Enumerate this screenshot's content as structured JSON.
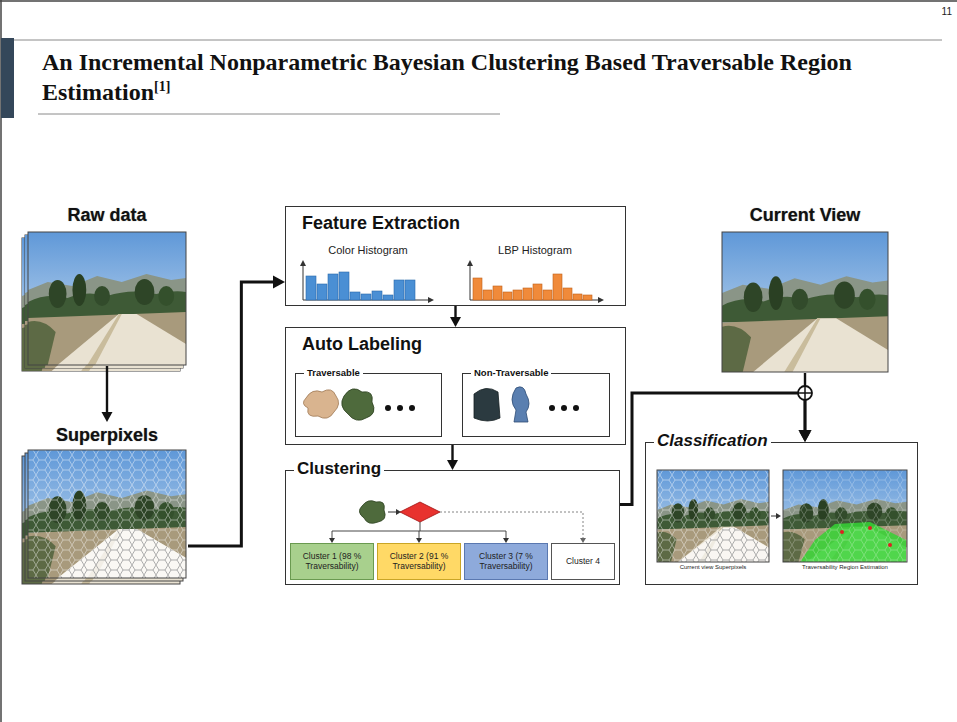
{
  "diagram": {
    "title": "An Incremental Nonparametric Bayesian Clustering Based Traversable Region Estimation",
    "nodes": [
      {
        "text": [
          "Raw data"
        ]
      },
      {
        "text": [
          "Superpixels"
        ]
      },
      {
        "text": [
          "Feature Extraction"
        ]
      },
      {
        "text": [
          "Auto Labeling"
        ]
      },
      {
        "text": [
          "Traversable"
        ],
        "in": 3
      },
      {
        "text": [
          "Non-Traversable"
        ],
        "in": 3
      },
      {
        "text": [
          "Clustering"
        ]
      },
      {
        "text": [
          "Cluster 1 (98 % Traversability)"
        ],
        "in": 6
      },
      {
        "text": [
          "Cluster 2 (91 % Traversability)"
        ],
        "in": 6
      },
      {
        "text": [
          "Cluster 3 (7 % Traversability)"
        ],
        "in": 6
      },
      {
        "text": [
          "Cluster 4"
        ],
        "in": 6
      },
      {
        "text": [
          "Current View"
        ]
      },
      {
        "text": [
          "Classification"
        ]
      }
    ],
    "edges": [
      {
        "from": 0,
        "to": 1,
        "arrow": "to"
      },
      {
        "from": 1,
        "to": 2,
        "arrow": "to"
      },
      {
        "from": 2,
        "to": 3,
        "arrow": "to"
      },
      {
        "from": 3,
        "to": 6,
        "arrow": "to"
      },
      {
        "from": 6,
        "to": 12,
        "arrow": "to"
      },
      {
        "from": 11,
        "to": 12,
        "arrow": "to"
      }
    ],
    "labels": [
      "[1]",
      "11",
      "Color Histogram",
      "LBP Histogram",
      "Current view Superpixels",
      "Traversability Region Estimation"
    ]
  }
}
